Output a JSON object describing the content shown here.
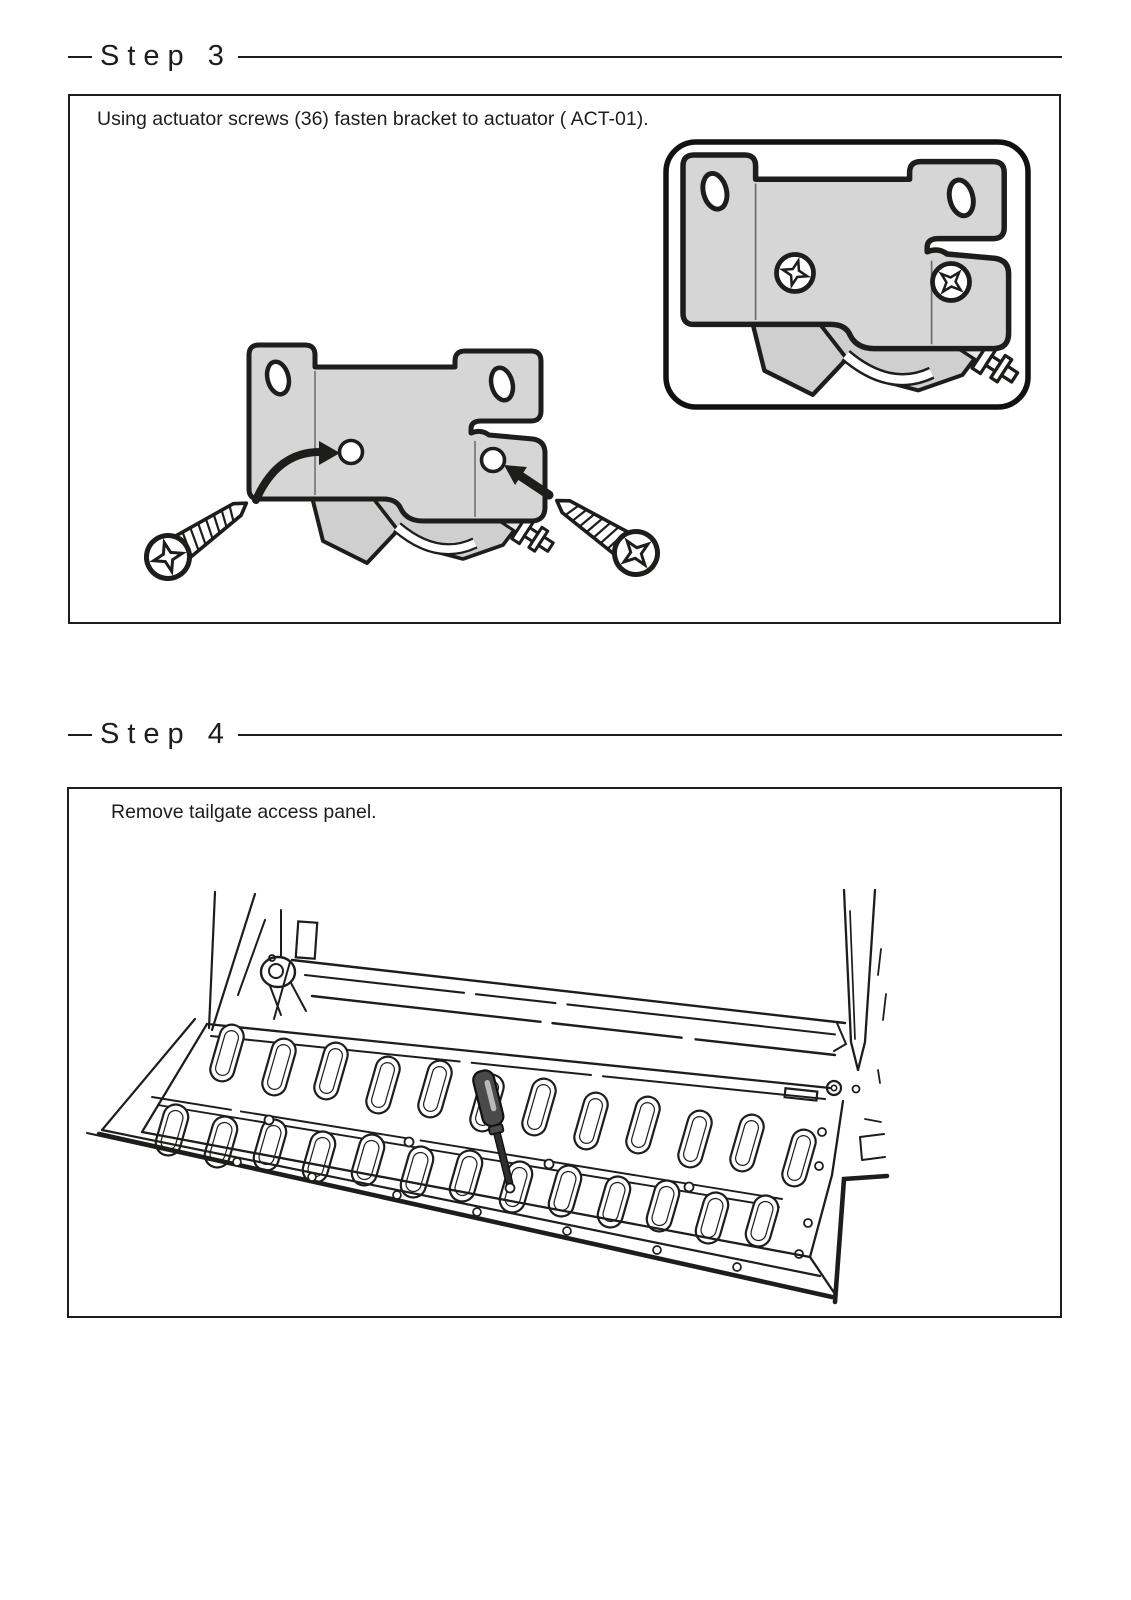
{
  "document": {
    "background": "#ffffff",
    "ink": "#1d1d1b"
  },
  "steps": [
    {
      "title": "Step 3",
      "instruction": "Using actuator screws (36) fasten bracket to actuator ( ACT-01).",
      "figure": "actuator-bracket-with-two-screws-and-arrows",
      "inset_figure": "bracket-fastened-to-actuator-with-screws-installed"
    },
    {
      "title": "Step 4",
      "instruction": "Remove tailgate access panel.",
      "figure": "truck-tailgate-inner-access-panel-with-screwdriver"
    }
  ],
  "colors": {
    "bracket_fill": "#d6d6d6",
    "actuator_fill": "#cfcfcf",
    "screwdriver_handle": "#4a4a4a",
    "outline": "#1d1d1b"
  }
}
